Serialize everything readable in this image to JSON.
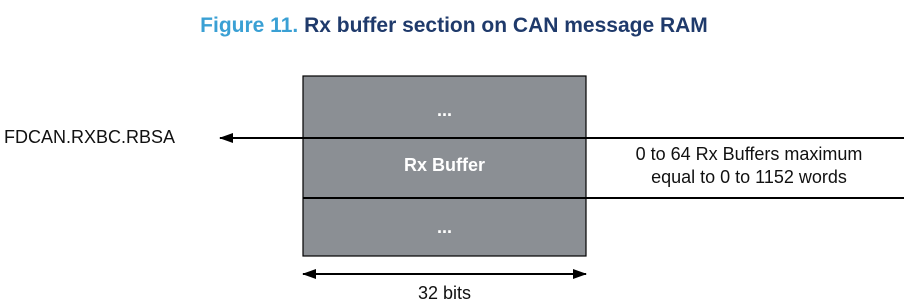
{
  "figure": {
    "number_label": "Figure 11.",
    "title_text": "Rx buffer section on CAN message RAM"
  },
  "diagram": {
    "top_ellipsis": "...",
    "middle_label": "Rx Buffer",
    "bottom_ellipsis": "...",
    "pointer_label": "FDCAN.RXBC.RBSA",
    "size_note_line1": "0 to 64 Rx Buffers maximum",
    "size_note_line2": "equal to 0 to 1152 words",
    "width_label": "32 bits"
  },
  "colors": {
    "block_fill": "#8b8f94",
    "block_border": "#000000",
    "figure_number": "#3aa0d4",
    "figure_title": "#1f3a6b",
    "block_text": "#ffffff"
  }
}
